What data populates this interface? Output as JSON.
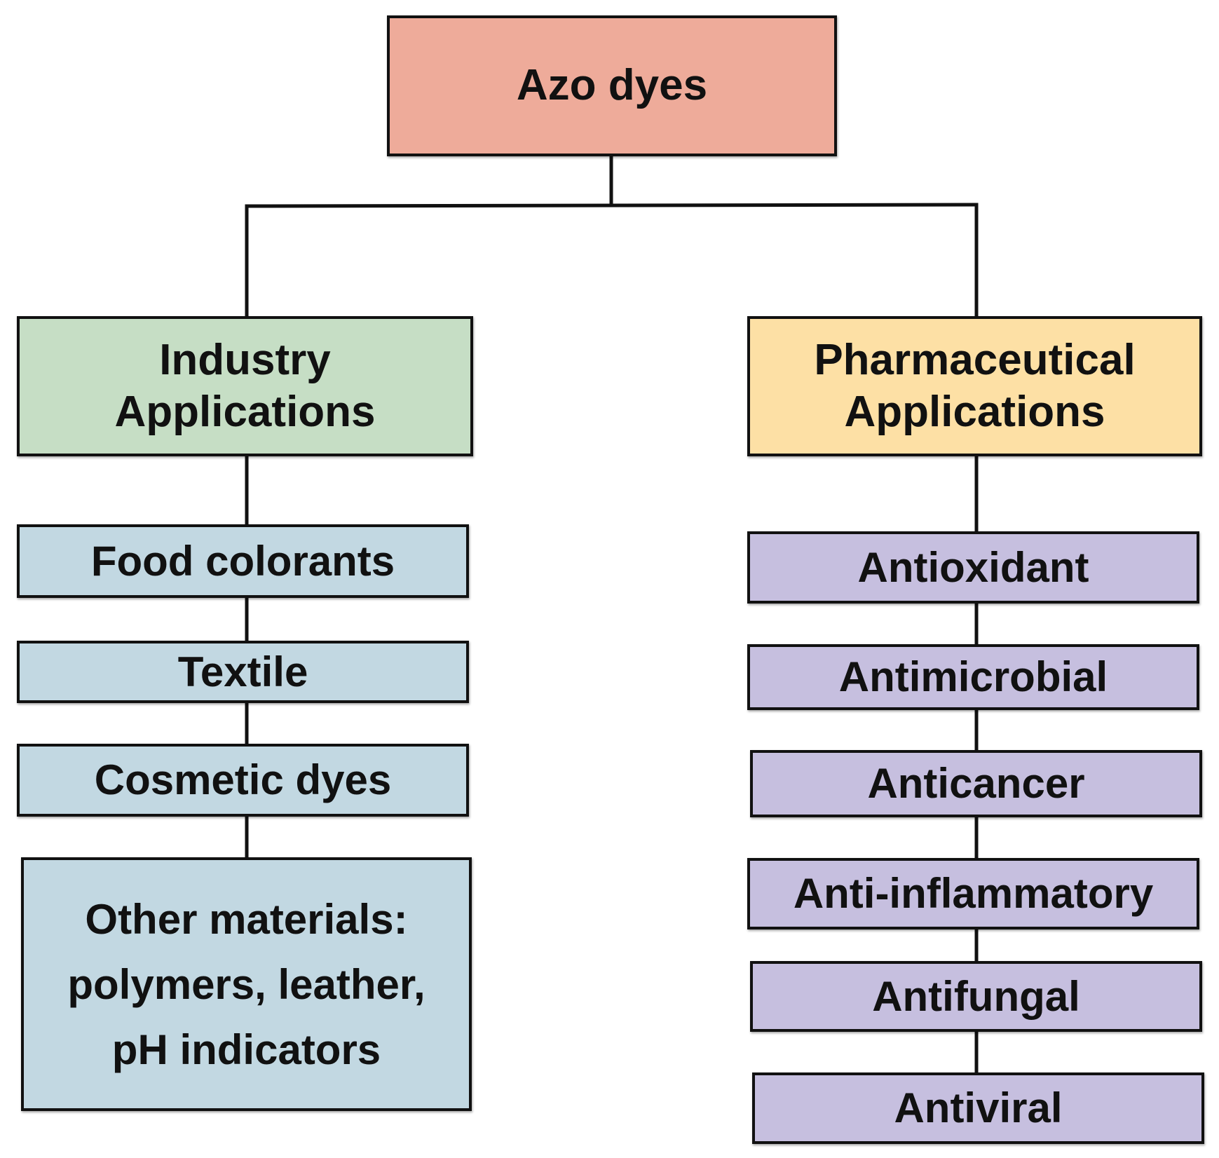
{
  "diagram": {
    "root": {
      "label": "Azo dyes",
      "color": "#eeab9a"
    },
    "categories": [
      {
        "label_lines": [
          "Industry",
          "Applications"
        ],
        "color": "#c6dec5",
        "items": [
          {
            "lines": [
              "Food colorants"
            ]
          },
          {
            "lines": [
              "Textile"
            ]
          },
          {
            "lines": [
              "Cosmetic dyes"
            ]
          },
          {
            "lines": [
              "Other materials:",
              "polymers, leather,",
              "pH indicators"
            ]
          }
        ],
        "item_color": "#c2d8e2"
      },
      {
        "label_lines": [
          "Pharmaceutical",
          "Applications"
        ],
        "color": "#fde0a5",
        "items": [
          {
            "lines": [
              "Antioxidant"
            ]
          },
          {
            "lines": [
              "Antimicrobial"
            ]
          },
          {
            "lines": [
              "Anticancer"
            ]
          },
          {
            "lines": [
              "Anti-inflammatory"
            ]
          },
          {
            "lines": [
              "Antifungal"
            ]
          },
          {
            "lines": [
              "Antiviral"
            ]
          }
        ],
        "item_color": "#c6bfdf"
      }
    ]
  }
}
